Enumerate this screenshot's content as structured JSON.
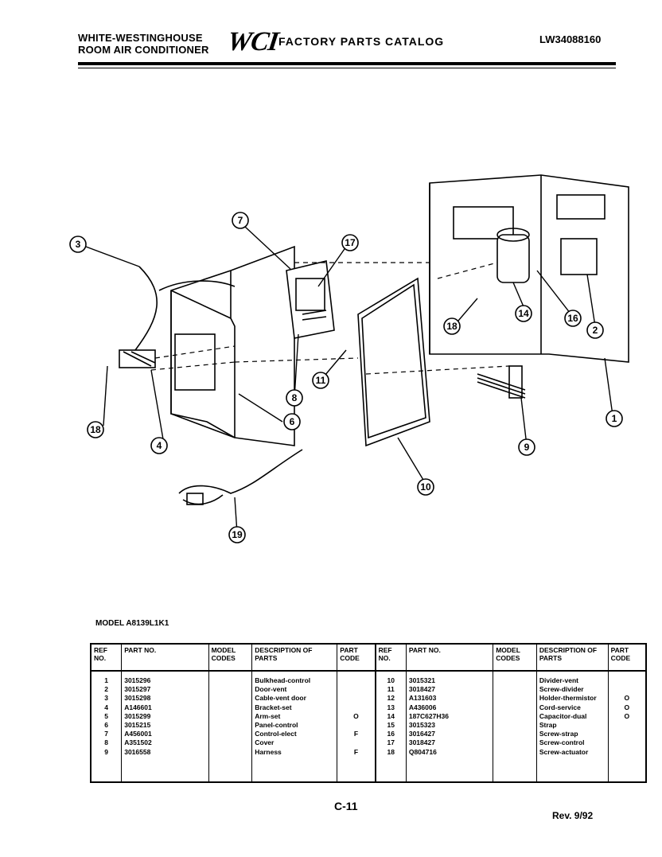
{
  "header": {
    "brand_line1": "WHITE-WESTINGHOUSE",
    "brand_line2": "ROOM AIR CONDITIONER",
    "logo": "WCI",
    "catalog_title": "FACTORY PARTS CATALOG",
    "catalog_number": "LW34088160"
  },
  "diagram": {
    "callouts": [
      "3",
      "7",
      "17",
      "18",
      "4",
      "8",
      "6",
      "11",
      "10",
      "19",
      "18",
      "14",
      "16",
      "2",
      "1",
      "9"
    ]
  },
  "model": "MODEL A8139L1K1",
  "table": {
    "headers": [
      "REF NO.",
      "PART NO.",
      "MODEL CODES",
      "DESCRIPTION OF PARTS",
      "PART CODE"
    ],
    "left": {
      "ref": "1\n2\n3\n4\n5\n6\n7\n8\n9",
      "part": "3015296\n3015297\n3015298\nA146601\n3015299\n3015215\nA456001\nA351502\n3016558",
      "model": "",
      "desc": "Bulkhead-control\nDoor-vent\nCable-vent door\nBracket-set\nArm-set\nPanel-control\nControl-elect\nCover\nHarness",
      "code": "\n\n\n\nO\n\nF\n\nF"
    },
    "right": {
      "ref": "10\n11\n12\n13\n14\n15\n16\n17\n18",
      "part": "3015321\n3018427\nA131603\nA436006\n187C627H36\n3015323\n3016427\n3018427\nQ804716",
      "model": "",
      "desc": "Divider-vent\nScrew-divider\nHolder-thermistor\nCord-service\nCapacitor-dual\nStrap\nScrew-strap\nScrew-control\nScrew-actuator",
      "code": "\n\nO\nO\nO\n\n\n\n"
    }
  },
  "footer": {
    "page_number": "C-11",
    "revision": "Rev. 9/92"
  }
}
